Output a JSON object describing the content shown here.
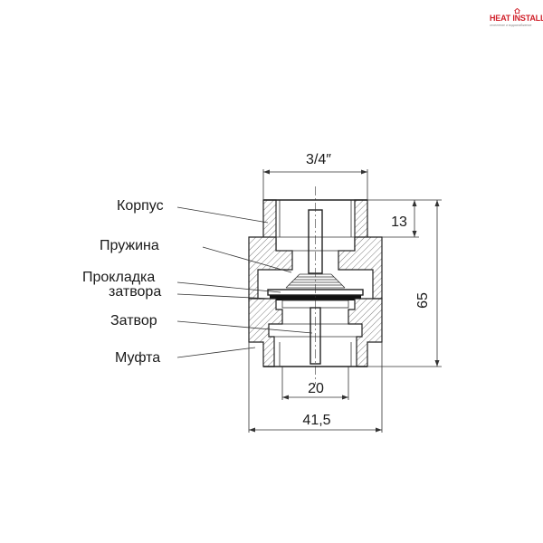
{
  "logo": {
    "brand": "HEAT INSTALL",
    "tagline": "отопление и водоснабжение"
  },
  "labels": {
    "body": "Корпус",
    "spring": "Пружина",
    "gasket_line1": "Прокладка",
    "gasket_line2": "затвора",
    "valve": "Затвор",
    "coupling": "Муфта"
  },
  "dimensions": {
    "thread_size": "3/4″",
    "thread_depth": "13",
    "overall_height": "65",
    "inner_diameter": "20",
    "overall_width": "41,5"
  },
  "colors": {
    "line": "#222222",
    "brand_red": "#d0202a",
    "gasket": "#111111"
  }
}
